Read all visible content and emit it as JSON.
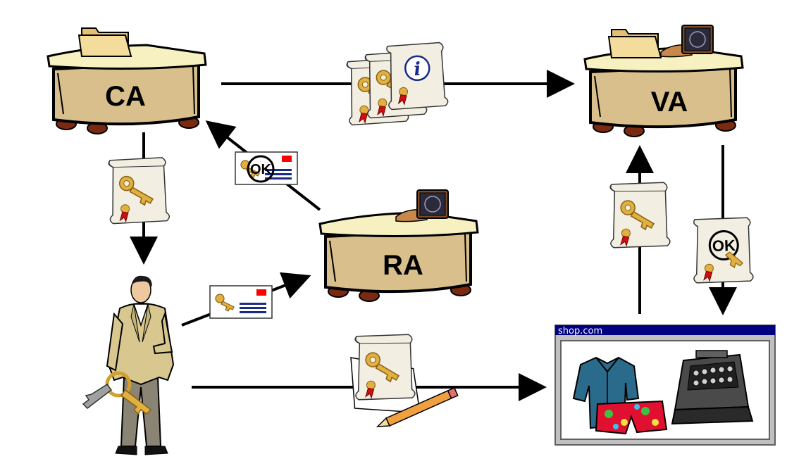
{
  "nodes": {
    "ca": {
      "label": "CA"
    },
    "va": {
      "label": "VA"
    },
    "ra": {
      "label": "RA"
    }
  },
  "stamps": {
    "ok": "OK"
  },
  "shop": {
    "window_title": "shop.com"
  },
  "colors": {
    "desk_top": "#f7f0c0",
    "desk_body": "#d8bf8c",
    "desk_edge": "#000000",
    "desk_feet": "#7a2a10",
    "scroll": "#f2efe2",
    "key": "#e0b040",
    "seal_red": "#cc1010",
    "envelope_stripe": "#1a2a8a",
    "shop_titlebar": "#000080",
    "shop_frame": "#c0c0c0",
    "suit": "#d8c890"
  },
  "icons": [
    "desk-icon",
    "folder-icon",
    "stamp-icon",
    "certificate-scroll-icon",
    "key-icon",
    "envelope-icon",
    "person-icon",
    "keyring-icon",
    "shirt-icon",
    "shorts-icon",
    "cash-register-icon",
    "pencil-icon",
    "paper-icon",
    "info-icon",
    "arrow-icon"
  ]
}
